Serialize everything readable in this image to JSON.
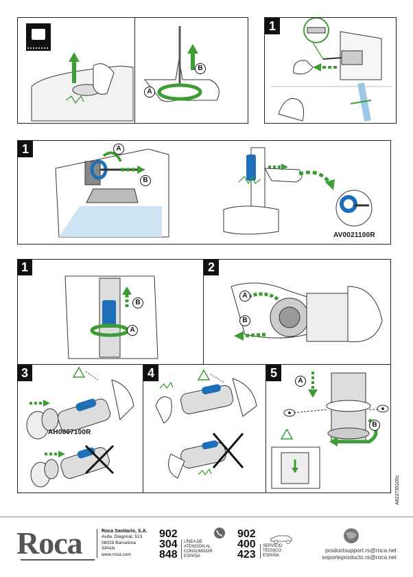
{
  "labels": {
    "a": "A",
    "b": "B"
  },
  "panels": {
    "top_right_step": "1",
    "band2_step": "1",
    "grid_steps": [
      "1",
      "2",
      "3",
      "4",
      "5"
    ]
  },
  "codes": {
    "valve": "AV0021100R",
    "part": "AH0007100R",
    "doc_ref": "A822735100c"
  },
  "icons": {
    "clic": "clic"
  },
  "footer": {
    "brand": "Roca",
    "company": "Roca Sanitario, S.A.",
    "address": [
      "Avda. Diagonal, 513",
      "08029 Barcelona",
      "SPAIN",
      "www.roca.com"
    ],
    "phone1": {
      "digits": [
        "902",
        "304",
        "848"
      ],
      "text": [
        "LÍNEA DE",
        "ATENCIÓN AL",
        "CONSUMIDOR",
        "ESPAÑA"
      ]
    },
    "phone2": {
      "digits": [
        "902",
        "400",
        "423"
      ],
      "text": [
        "SERVICIO",
        "TÉCNICO",
        "ESPAÑA"
      ]
    },
    "emails": [
      "productsupport.rs@roca.net",
      "soporteproducto.rs@roca.net"
    ]
  },
  "colors": {
    "green": "#3e9c35",
    "blue": "#1e6fb8",
    "light_blue": "#cfe4f2",
    "gray": "#777777"
  }
}
